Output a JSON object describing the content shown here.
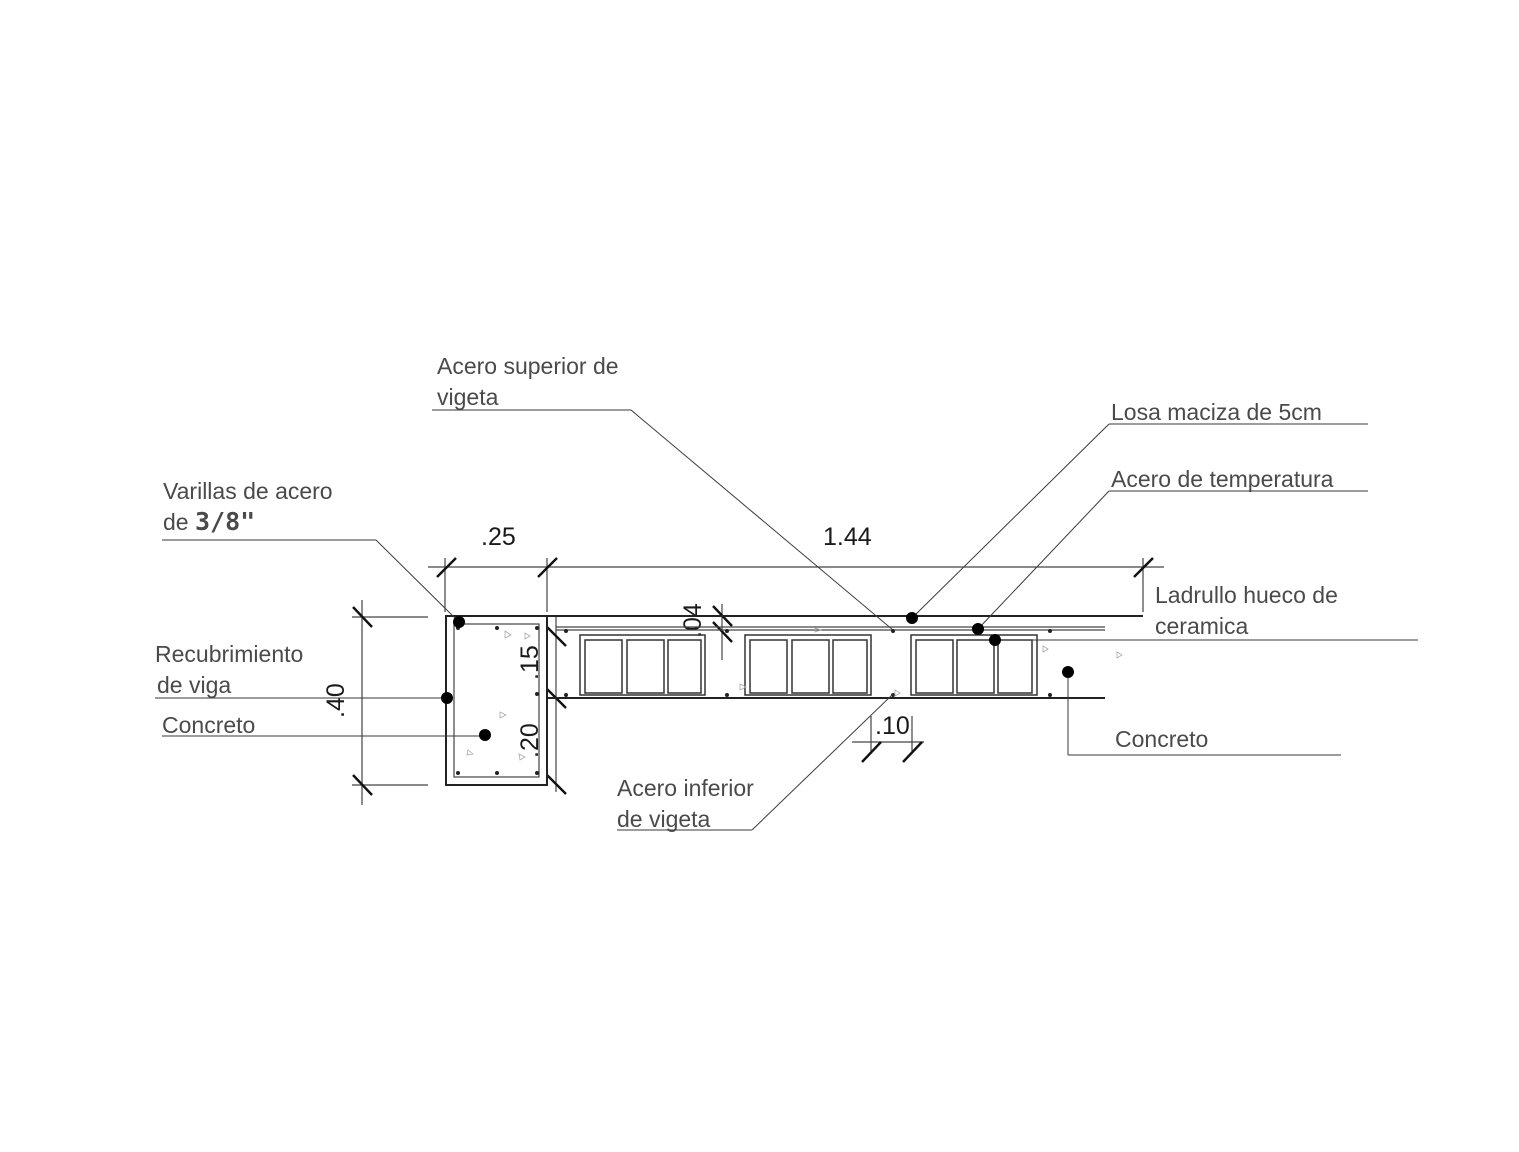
{
  "labels": {
    "acero_superior_line1": "Acero superior de",
    "acero_superior_line2": "vigeta",
    "losa_maciza": "Losa maciza de 5cm",
    "acero_temperatura": "Acero de temperatura",
    "varillas_line1": "Varillas de acero",
    "varillas_line2_prefix": "de ",
    "varillas_line2_size": "3/8\"",
    "ladrillo_line1": "Ladrullo hueco de",
    "ladrillo_line2": "ceramica",
    "recubrimiento_line1": "Recubrimiento",
    "recubrimiento_line2": "de viga",
    "concreto_left": "Concreto",
    "concreto_right": "Concreto",
    "acero_inferior_line1": "Acero inferior",
    "acero_inferior_line2": "de vigeta"
  },
  "dimensions": {
    "beam_width": ".25",
    "span": "1.44",
    "slab_thickness": ".04",
    "brick_height": ".15",
    "beam_total_height": ".40",
    "beam_lower_height": ".20",
    "joist_width": ".10"
  },
  "colors": {
    "line": "#222222",
    "text": "#4a4a4a",
    "background": "#ffffff"
  }
}
